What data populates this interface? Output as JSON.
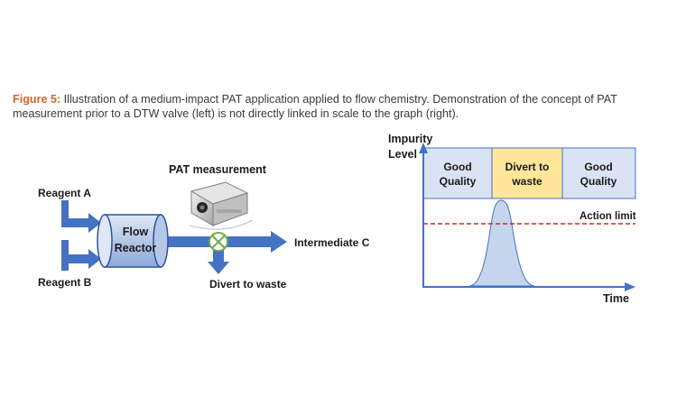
{
  "caption": {
    "figure_label": "Figure 5:",
    "text": " Illustration of a medium-impact PAT application applied to flow chemistry. Demonstration of the concept of PAT measurement prior to a DTW valve (left) is not directly linked in scale to the graph (right)."
  },
  "flow_diagram": {
    "reagent_a": "Reagent A",
    "reagent_b": "Reagent B",
    "reactor_line1": "Flow",
    "reactor_line2": "Reactor",
    "pat_label": "PAT measurement",
    "output_label": "Intermediate C",
    "waste_label": "Divert to waste",
    "colors": {
      "arrow": "#4472c4",
      "reactor_fill": "#b4c7e7",
      "valve": "#70ad47"
    }
  },
  "impurity_graph": {
    "y_label_line1": "Impurity",
    "y_label_line2": "Level",
    "x_label": "Time",
    "action_limit_label": "Action limit",
    "zones": [
      {
        "line1": "Good",
        "line2": "Quality"
      },
      {
        "line1": "Divert to",
        "line2": "waste"
      },
      {
        "line1": "Good",
        "line2": "Quality"
      }
    ],
    "colors": {
      "zone_good": "#dae3f3",
      "zone_divert": "#ffe699",
      "peak": "#c5d5ee",
      "limit": "#e02020",
      "axis": "#4472c4"
    }
  }
}
